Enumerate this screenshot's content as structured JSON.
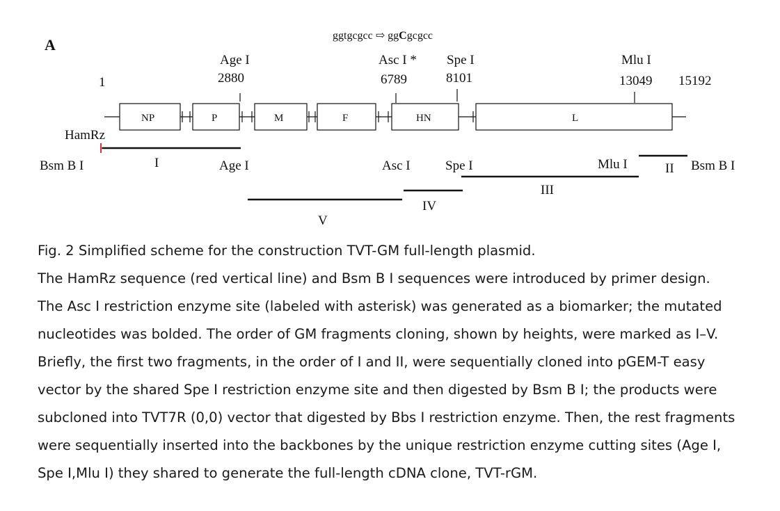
{
  "figure": {
    "panel_label": "A",
    "mutation": {
      "original": "ggtgcgcc",
      "arrow": "⇨",
      "mutated_prefix": "gg",
      "mutated_base": "C",
      "mutated_suffix": "gcgcc"
    },
    "sites": {
      "start": "1",
      "age_name": "Age I",
      "age_pos": "2880",
      "asc_name": "Asc I *",
      "asc_pos": "6789",
      "spe_name": "Spe I",
      "spe_pos": "8101",
      "mlu_name": "Mlu I",
      "mlu_pos": "13049",
      "end": "15192"
    },
    "genes": [
      "NP",
      "P",
      "M",
      "F",
      "HN",
      "L"
    ],
    "hamrz": "HamRz",
    "bottom_labels": {
      "bsm_left": "Bsm B I",
      "age": "Age I",
      "asc": "Asc I",
      "spe": "Spe I",
      "mlu": "Mlu I",
      "bsm_right": "Bsm B I"
    },
    "fragments": {
      "f1": "I",
      "f2": "II",
      "f3": "III",
      "f4": "IV",
      "f5": "V"
    },
    "colors": {
      "hamrz_marker": "#e0303a",
      "line": "#111111"
    }
  },
  "caption": {
    "lines": [
      "Fig. 2 Simplified scheme for the construction TVT-GM full-length plasmid.",
      "The HamRz sequence (red vertical line) and Bsm B I sequences were introduced by primer design.",
      "The Asc I restriction enzyme site (labeled with asterisk) was generated as a biomarker; the mutated",
      "nucleotides was bolded. The order of GM fragments cloning, shown by heights, were marked as I–V.",
      "Briefly, the first two fragments, in the order of I and II, were sequentially cloned into pGEM-T easy",
      "vector by the shared Spe I restriction enzyme site and then digested by Bsm B I; the products were",
      "subcloned into TVT7R (0,0) vector that digested by Bbs I restriction enzyme. Then, the rest fragments",
      "were sequentially inserted into the backbones by the unique restriction enzyme cutting sites (Age I,",
      "Spe I,Mlu I) they shared to generate the full-length cDNA clone, TVT-rGM."
    ]
  }
}
